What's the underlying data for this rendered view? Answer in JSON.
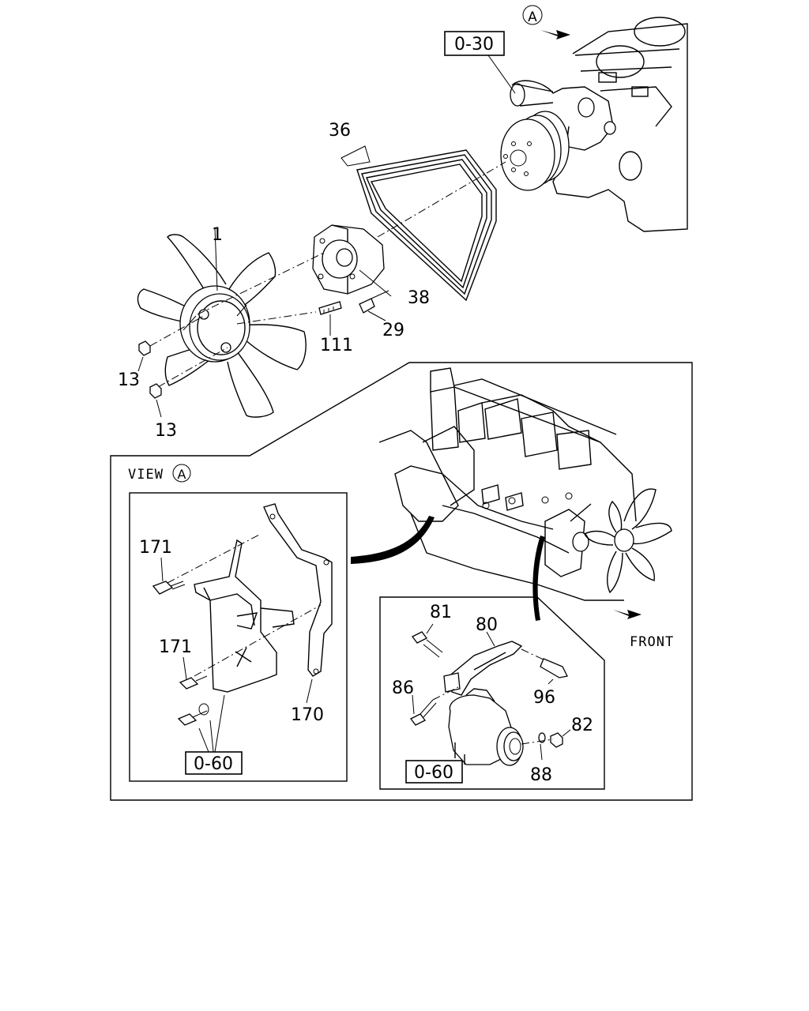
{
  "view_marker": "A",
  "top_ref": "0-30",
  "part_numbers": {
    "fan": "1",
    "nut_upper": "13",
    "nut_lower": "13",
    "v_belt": "36",
    "fan_pulley": "38",
    "bolt_29": "29",
    "stud_111": "111",
    "bolt_171_upper": "171",
    "bolt_171_lower": "171",
    "bracket_170": "170",
    "bolt_81": "81",
    "bracket_80": "80",
    "bolt_86": "86",
    "bolt_96": "96",
    "nut_82": "82",
    "washer_88": "88"
  },
  "view_label": {
    "text": "VIEW",
    "marker": "A"
  },
  "left_inset_ref": "0-60",
  "right_inset_ref": "0-60",
  "front_label": "FRONT"
}
